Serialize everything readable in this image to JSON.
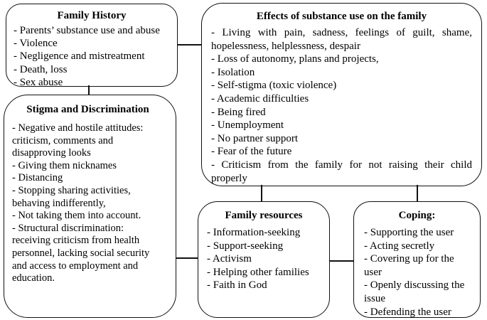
{
  "figure": {
    "background_color": "#ffffff",
    "border_color": "#111111",
    "text_color": "#000000",
    "boxes": [
      {
        "id": "family-history",
        "title": "Family History",
        "items": [
          "- Parents’ substance use and abuse",
          "- Violence",
          "- Negligence and mistreatment",
          "- Death, loss",
          "- Sex abuse"
        ]
      },
      {
        "id": "effects",
        "title": "Effects of substance use on the family",
        "items": [
          "- Living with pain, sadness, feelings of guilt, shame, hopelessness, helplessness, despair",
          "- Loss of autonomy, plans and projects,",
          "- Isolation",
          "- Self-stigma (toxic violence)",
          "- Academic difficulties",
          "- Being fired",
          "- Unemployment",
          "- No partner support",
          "- Fear of the future",
          "- Criticism from the family for not raising their child properly"
        ]
      },
      {
        "id": "stigma",
        "title": "Stigma and Discrimination",
        "items": [
          "- Negative and hostile attitudes: criticism, comments and disapproving looks",
          "- Giving them nicknames",
          "- Distancing",
          "- Stopping sharing activities, behaving indifferently,",
          "- Not taking them into account.",
          "- Structural discrimination: receiving criticism from health personnel, lacking social security and access to employment and education."
        ]
      },
      {
        "id": "family-resources",
        "title": "Family resources",
        "items": [
          "- Information-seeking",
          "- Support-seeking",
          "- Activism",
          "- Helping other families",
          "- Faith in God"
        ]
      },
      {
        "id": "coping",
        "title": "Coping:",
        "items": [
          "- Supporting the user",
          "- Acting secretly",
          "- Covering up for the user",
          "- Openly discussing the issue",
          "- Defending the user"
        ]
      }
    ],
    "connections": [
      {
        "from": "family-history",
        "to": "effects"
      },
      {
        "from": "family-history",
        "to": "stigma"
      },
      {
        "from": "stigma",
        "to": "family-resources"
      },
      {
        "from": "effects",
        "to": "family-resources"
      },
      {
        "from": "effects",
        "to": "coping"
      },
      {
        "from": "family-resources",
        "to": "coping"
      }
    ]
  }
}
